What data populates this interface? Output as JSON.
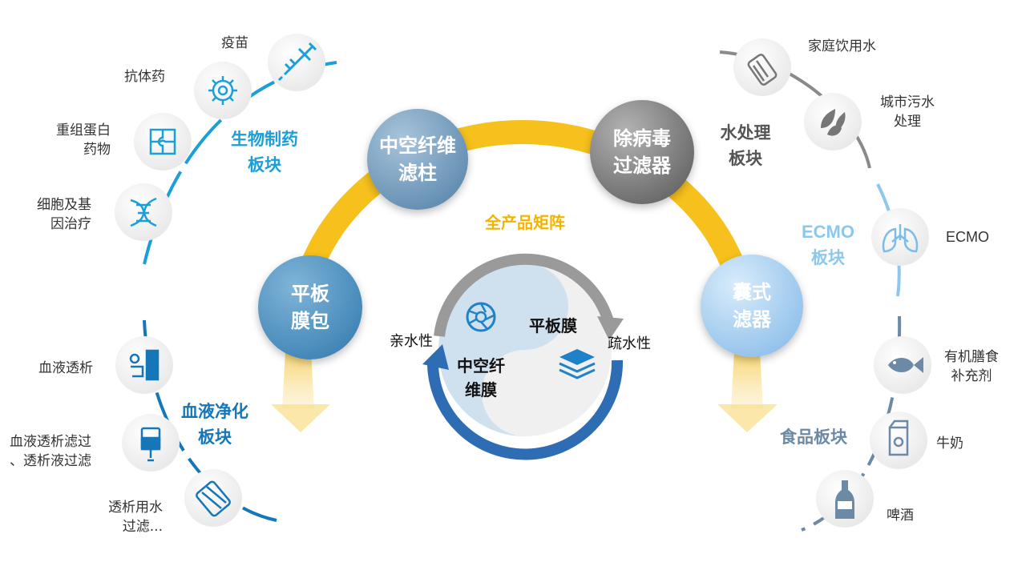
{
  "center_title": "全产品矩阵",
  "core": {
    "left_label": "亲水性",
    "right_label": "疏水性",
    "flat_membrane": "平板膜",
    "hollow_fiber_membrane": "中空纤\n维膜"
  },
  "products": [
    {
      "id": "hollow-fiber-column",
      "label": "中空纤维\n滤柱"
    },
    {
      "id": "virus-filter",
      "label": "除病毒\n过滤器"
    },
    {
      "id": "flat-membrane-pack",
      "label": "平板\n膜包"
    },
    {
      "id": "capsule-filter",
      "label": "囊式\n滤器"
    }
  ],
  "sectors": {
    "biopharma": {
      "title": "生物制药\n板块",
      "items": [
        "疫苗",
        "抗体药",
        "重组蛋白\n药物",
        "细胞及基\n因治疗"
      ]
    },
    "water": {
      "title": "水处理\n板块",
      "items": [
        "家庭饮用水",
        "城市污水\n处理"
      ]
    },
    "ecmo": {
      "title_line1": "ECMO",
      "title_line2": "板块",
      "items": [
        "ECMO"
      ]
    },
    "blood": {
      "title": "血液净化\n板块",
      "items": [
        "血液透析",
        "血液透析滤过\n、透析液过滤",
        "透析用水\n过滤..."
      ]
    },
    "food": {
      "title": "食品板块",
      "items": [
        "有机膳食\n补充剂",
        "牛奶",
        "啤酒"
      ]
    }
  },
  "colors": {
    "arc_gold": "#f6c11d",
    "biopharma": "#1a9fd9",
    "blood": "#1577b8",
    "water_gray": "#8a8a8a",
    "ecmo": "#8dc8ea",
    "food": "#6c8aa6",
    "ring_gray": "#9a9a9a",
    "ring_blue": "#2e6db4"
  },
  "icons": [
    "syringe-icon",
    "virus-icon",
    "protein-puzzle-icon",
    "dna-icon",
    "water-bottle-icon",
    "leaf-drop-icon",
    "lungs-icon",
    "dialysis-machine-icon",
    "iv-bag-icon",
    "filter-cartridge-icon",
    "fish-icon",
    "milk-carton-icon",
    "beer-bottle-icon"
  ]
}
